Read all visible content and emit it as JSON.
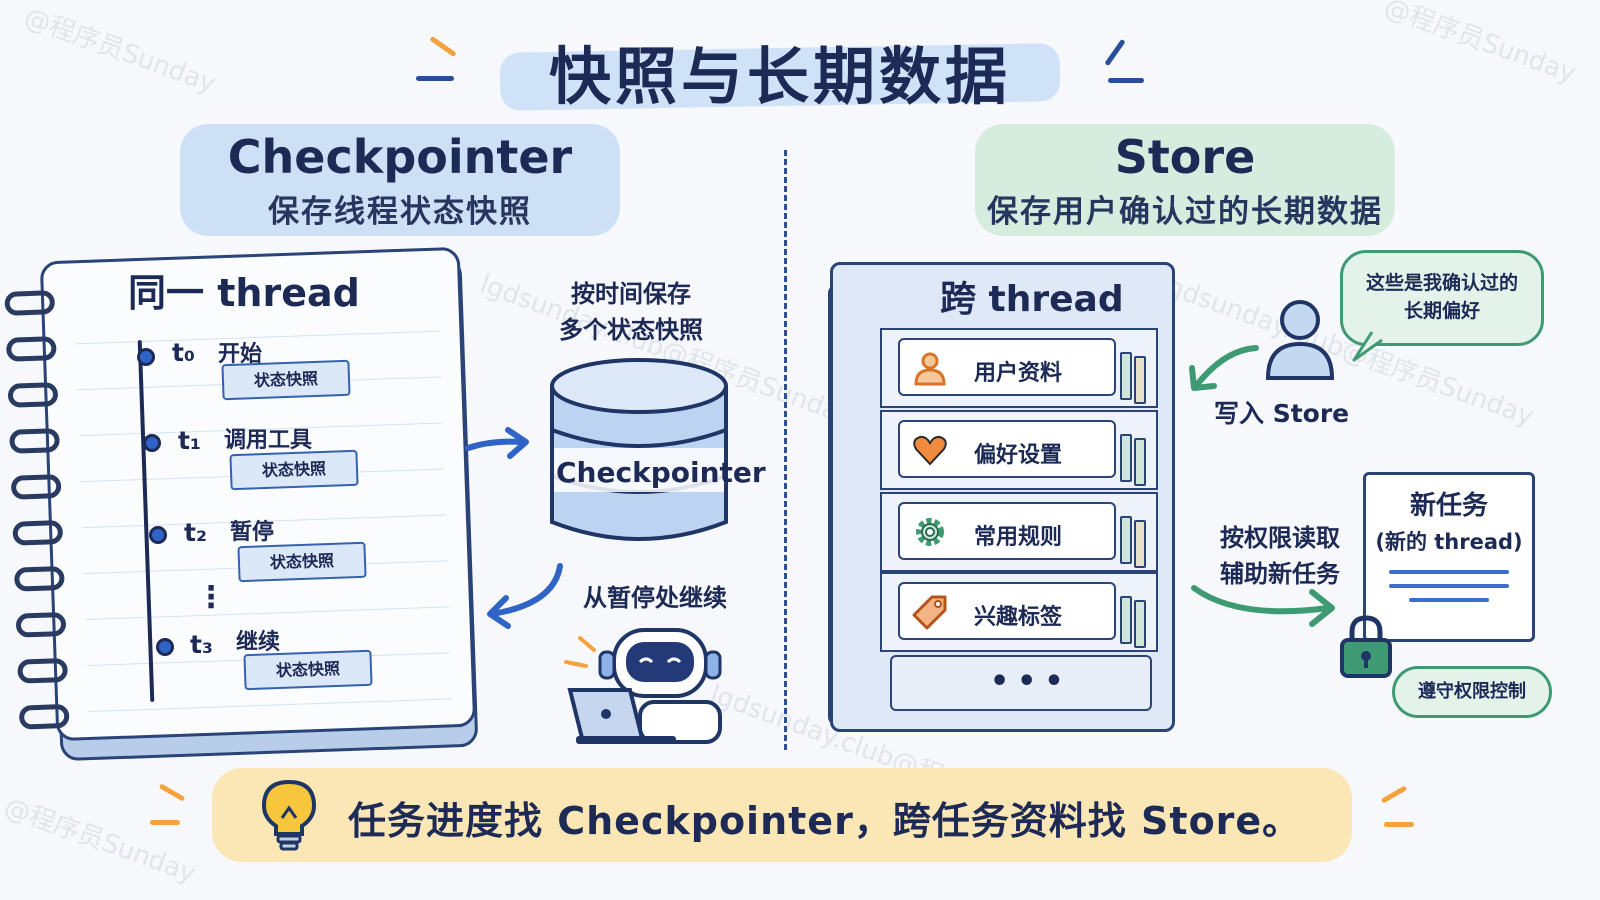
{
  "title": "快照与长期数据",
  "left": {
    "heading": "Checkpointer",
    "subheading": "保存线程状态快照",
    "notebook_title": "同一 thread",
    "timeline": [
      {
        "t": "t₀",
        "label": "开始",
        "snapshot": "状态快照"
      },
      {
        "t": "t₁",
        "label": "调用工具",
        "snapshot": "状态快照"
      },
      {
        "t": "t₂",
        "label": "暂停",
        "snapshot": "状态快照"
      },
      {
        "t": "t₃",
        "label": "继续",
        "snapshot": "状态快照"
      }
    ],
    "ellipsis": "⋮",
    "save_note_line1": "按时间保存",
    "save_note_line2": "多个状态快照",
    "db_label": "Checkpointer",
    "resume_note": "从暂停处继续"
  },
  "right": {
    "heading": "Store",
    "subheading": "保存用户确认过的长期数据",
    "cabinet_title": "跨 thread",
    "shelves": [
      {
        "label": "用户资料",
        "icon": "user-icon"
      },
      {
        "label": "偏好设置",
        "icon": "heart-icon"
      },
      {
        "label": "常用规则",
        "icon": "gear-icon"
      },
      {
        "label": "兴趣标签",
        "icon": "tag-icon"
      }
    ],
    "more": "•••",
    "bubble_line1": "这些是我确认过的",
    "bubble_line2": "长期偏好",
    "write_label": "写入 Store",
    "read_line1": "按权限读取",
    "read_line2": "辅助新任务",
    "task_title": "新任务",
    "task_sub": "(新的 thread)",
    "permission_note": "遵守权限控制"
  },
  "banner": "任务进度找 Checkpointer，跨任务资料找 Store。",
  "watermarks": [
    "@程序员Sunday",
    "lgdsunday.club@程序员Sunday"
  ],
  "colors": {
    "accent_blue": "#2f64c6",
    "accent_green": "#3e9a72",
    "accent_orange": "#f3a23d",
    "ink": "#1c2a55"
  }
}
